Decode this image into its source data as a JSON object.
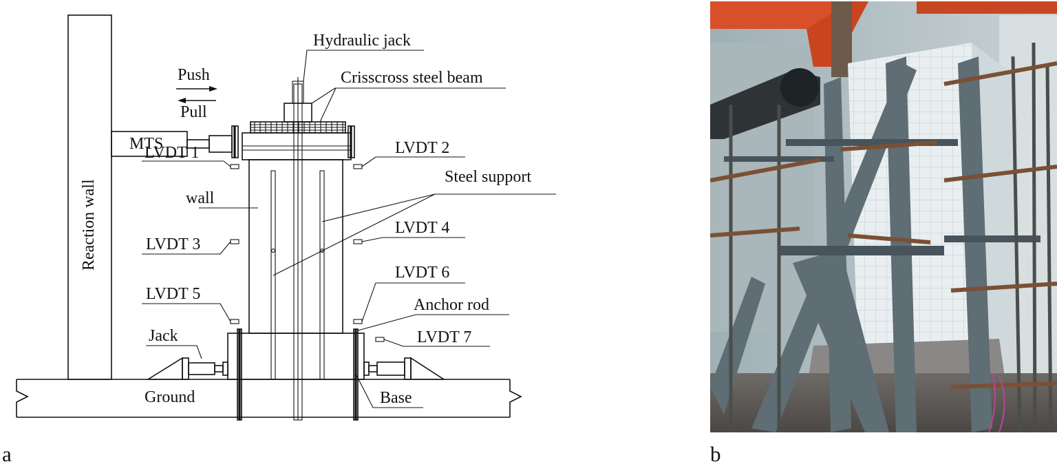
{
  "panel_a": {
    "letter": "a",
    "labels": {
      "hydraulic_jack": "Hydraulic jack",
      "crisscross_beam": "Crisscross steel beam",
      "push": "Push",
      "pull": "Pull",
      "mts": "MTS",
      "lvdt1": "LVDT 1",
      "lvdt2": "LVDT 2",
      "lvdt3": "LVDT 3",
      "lvdt4": "LVDT 4",
      "lvdt5": "LVDT 5",
      "lvdt6": "LVDT 6",
      "lvdt7": "LVDT 7",
      "steel_support": "Steel support",
      "wall": "wall",
      "reaction_wall": "Reaction wall",
      "anchor_rod": "Anchor rod",
      "jack": "Jack",
      "ground": "Ground",
      "base": "Base"
    }
  },
  "panel_b": {
    "letter": "b",
    "photo": "test setup photograph: wall specimen with steel supports and scaffolding"
  }
}
